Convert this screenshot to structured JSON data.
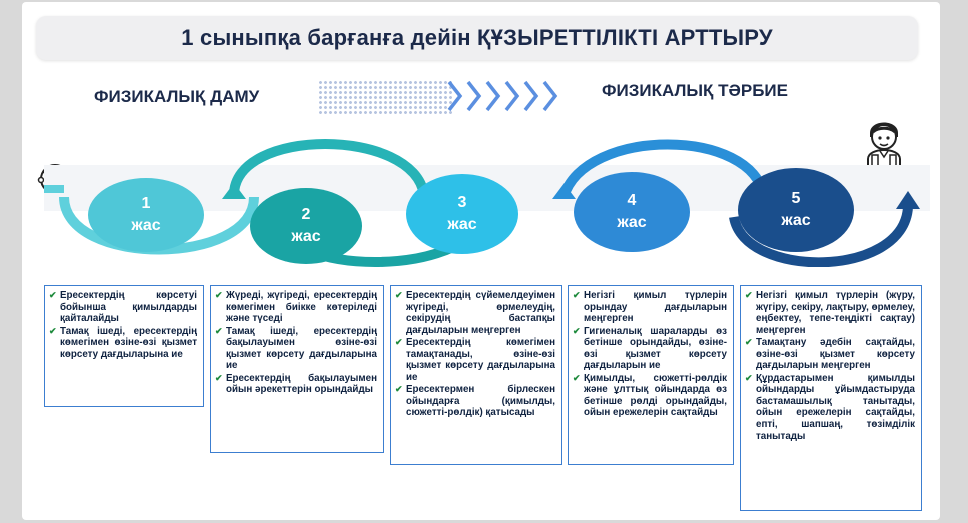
{
  "title": "1 сыныпқа барғанға дейін ҚҰЗЫРЕТТІЛІКТІ АРТТЫРУ",
  "heading_left": "ФИЗИКАЛЫҚ ДАМУ",
  "heading_right": "ФИЗИКАЛЫҚ ТӘРБИЕ",
  "icons": {
    "left": "child-face-icon",
    "right": "schoolboy-icon",
    "arrows": "chevron-right-icon",
    "bullet": "checkmark-icon"
  },
  "colors": {
    "c1": "#4fc7d7",
    "c2": "#1aa4a4",
    "c3": "#2ec0e8",
    "c4": "#2e8ad6",
    "c5": "#1a4e8c",
    "box_border": "#3c7ed0",
    "check": "#1e8a3c"
  },
  "stages": [
    {
      "num": "1",
      "label": "жас"
    },
    {
      "num": "2",
      "label": "жас"
    },
    {
      "num": "3",
      "label": "жас"
    },
    {
      "num": "4",
      "label": "жас"
    },
    {
      "num": "5",
      "label": "жас"
    }
  ],
  "boxes": [
    {
      "items": [
        "Ересектердің көрсетуі бойынша қимылдарды қайталайды",
        "Тамақ ішеді, ересектердің көмегімен өзіне-өзі қызмет көрсету дағдыларына ие"
      ]
    },
    {
      "items": [
        "Жүреді, жүгіреді, ересектердің көмегімен биікке көтеріледі және түседі",
        "Тамақ ішеді, ересектердің бақылауымен өзіне-өзі қызмет көрсету дағдыларына ие",
        "Ересектердің бақылауымен ойын әрекеттерін орындайды"
      ]
    },
    {
      "items": [
        "Ересектердің сүйемелдеуімен жүгіреді, өрмелеудің, секірудің бастапқы дағдыларын меңгерген",
        "Ересектердің көмегімен тамақтанады, өзіне-өзі қызмет көрсету дағдыларына ие",
        "Ересектермен бірлескен ойындарға (қимылды, сюжетті-рөлдік) қатысады"
      ]
    },
    {
      "items": [
        "Негізгі қимыл түрлерін орындау дағдыларын меңгерген",
        "Гигиеналық шараларды өз бетінше орындайды, өзіне-өзі қызмет көрсету дағдыларын ие",
        "Қимылды, сюжетті-рөлдік және ұлттық ойындарда өз бетінше рөлді орындайды, ойын ережелерін сақтайды"
      ]
    },
    {
      "items": [
        "Негізгі қимыл түрлерін (жүру, жүгіру, секіру, лақтыру, өрмелеу, еңбектеу, тепе-теңдікті сақтау) меңгерген",
        "Тамақтану әдебін сақтайды, өзіне-өзі қызмет көрсету дағдыларын меңгерген",
        "Құрдастарымен қимылды ойындарды ұйымдастыруда бастамашылық танытады, ойын ережелерін сақтайды, епті, шапшаң, төзімділік танытады"
      ]
    }
  ]
}
